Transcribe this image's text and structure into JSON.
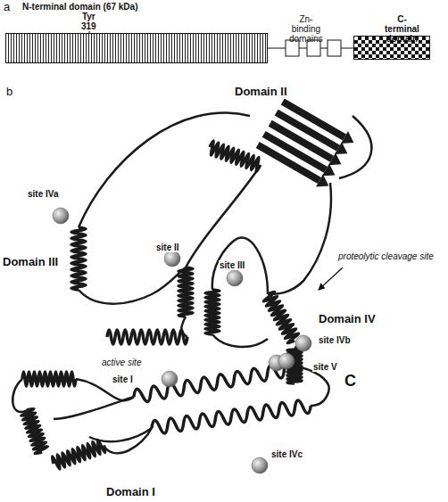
{
  "diagram": {
    "nodes": [
      {
        "text": [
          "N-terminal domain (67 kDa)"
        ]
      },
      {
        "text": [
          "C-terminal domain"
        ]
      }
    ],
    "labels": [
      "a",
      "Tyr 319",
      "Zn-binding domains",
      "b",
      "Domain II",
      "site IVa",
      "Domain III",
      "site II",
      "site III",
      "proteolytic cleavage site",
      "Domain IV",
      "active site",
      "site I",
      "site IVb",
      "site V",
      "C",
      "site IVc",
      "Domain I"
    ]
  }
}
